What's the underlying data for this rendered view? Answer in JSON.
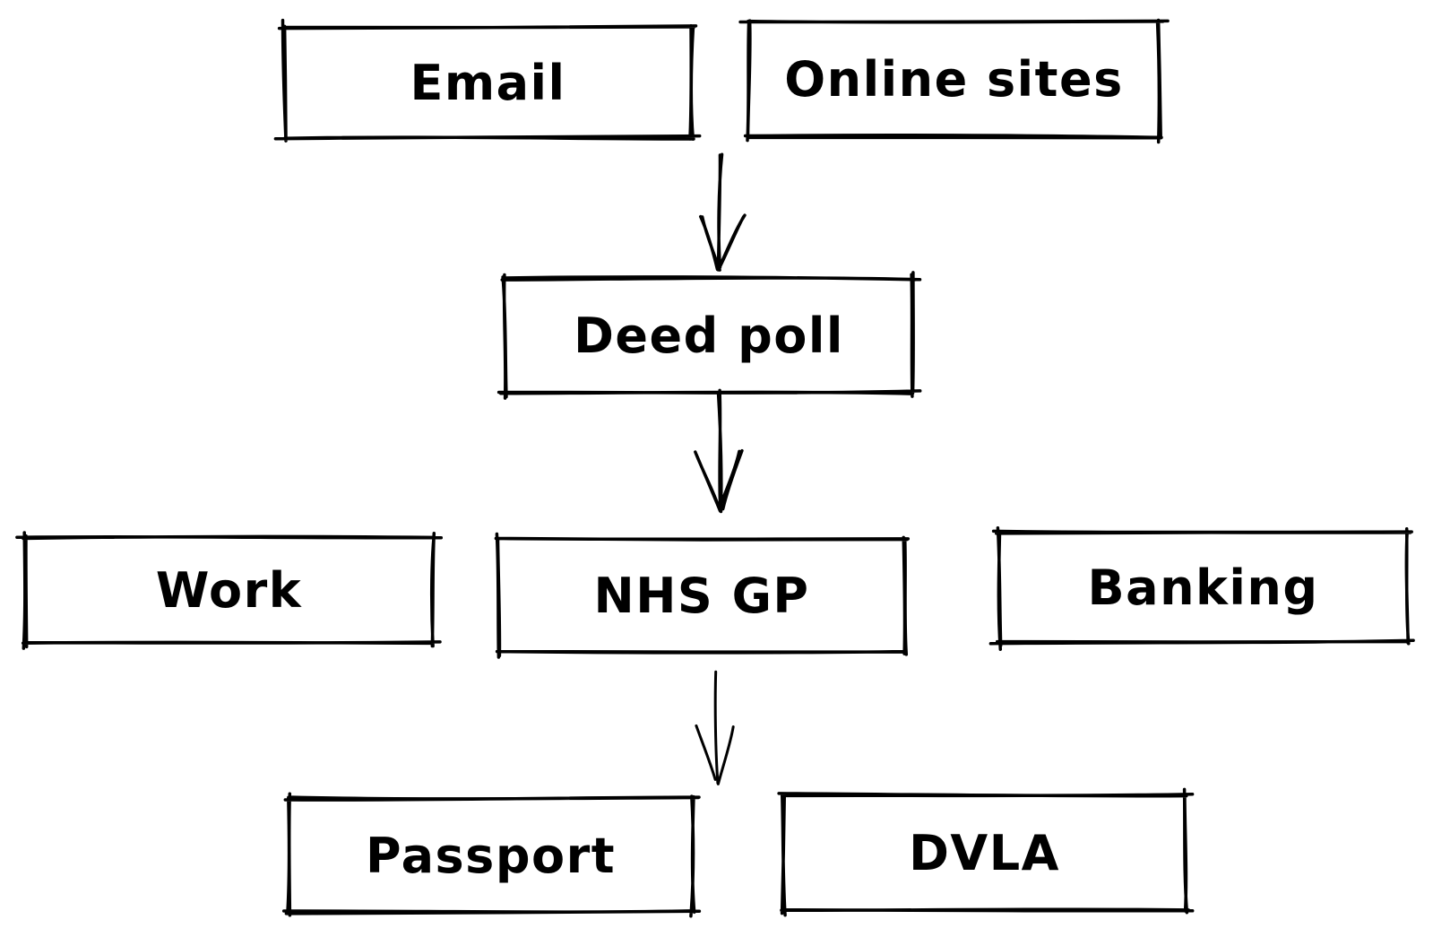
{
  "diagram": {
    "nodes": {
      "email": {
        "label": "Email"
      },
      "online_sites": {
        "label": "Online sites"
      },
      "deed_poll": {
        "label": "Deed poll"
      },
      "work": {
        "label": "Work"
      },
      "nhs_gp": {
        "label": "NHS GP"
      },
      "banking": {
        "label": "Banking"
      },
      "passport": {
        "label": "Passport"
      },
      "dvla": {
        "label": "DVLA"
      }
    },
    "edges": [
      {
        "from": "Email, Online sites",
        "to": "Deed poll"
      },
      {
        "from": "Deed poll",
        "to": "Work, NHS GP, Banking"
      },
      {
        "from": "NHS GP",
        "to": "Passport, DVLA"
      }
    ],
    "colors": {
      "stroke": "#000000",
      "background": "#ffffff"
    }
  }
}
